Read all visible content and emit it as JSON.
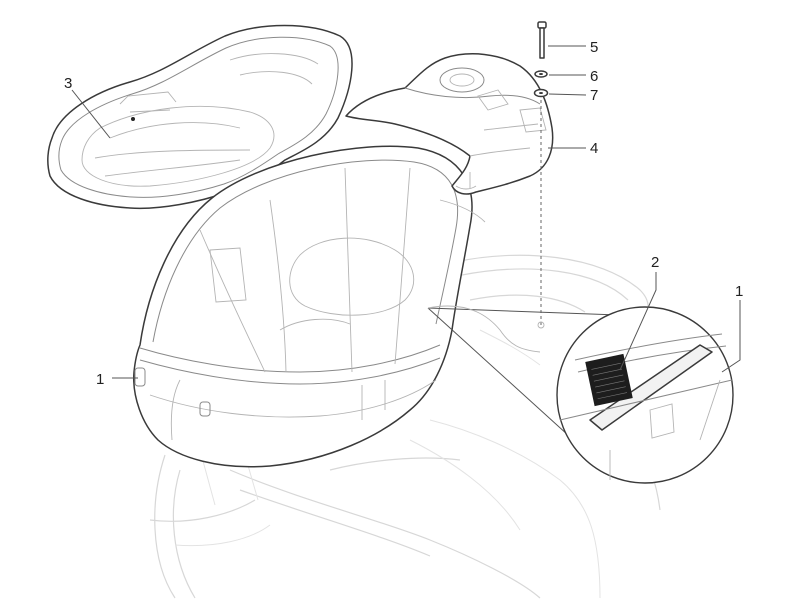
{
  "diagram": {
    "callouts": [
      {
        "id": "c1a",
        "text": "1"
      },
      {
        "id": "c1b",
        "text": "1"
      },
      {
        "id": "c2",
        "text": "2"
      },
      {
        "id": "c3",
        "text": "3"
      },
      {
        "id": "c4",
        "text": "4"
      },
      {
        "id": "c5",
        "text": "5"
      },
      {
        "id": "c6",
        "text": "6"
      },
      {
        "id": "c7",
        "text": "7"
      }
    ],
    "colors": {
      "line": "#3a3a3a",
      "ghost": "#d7d7d7",
      "gasket": "#222222"
    }
  }
}
